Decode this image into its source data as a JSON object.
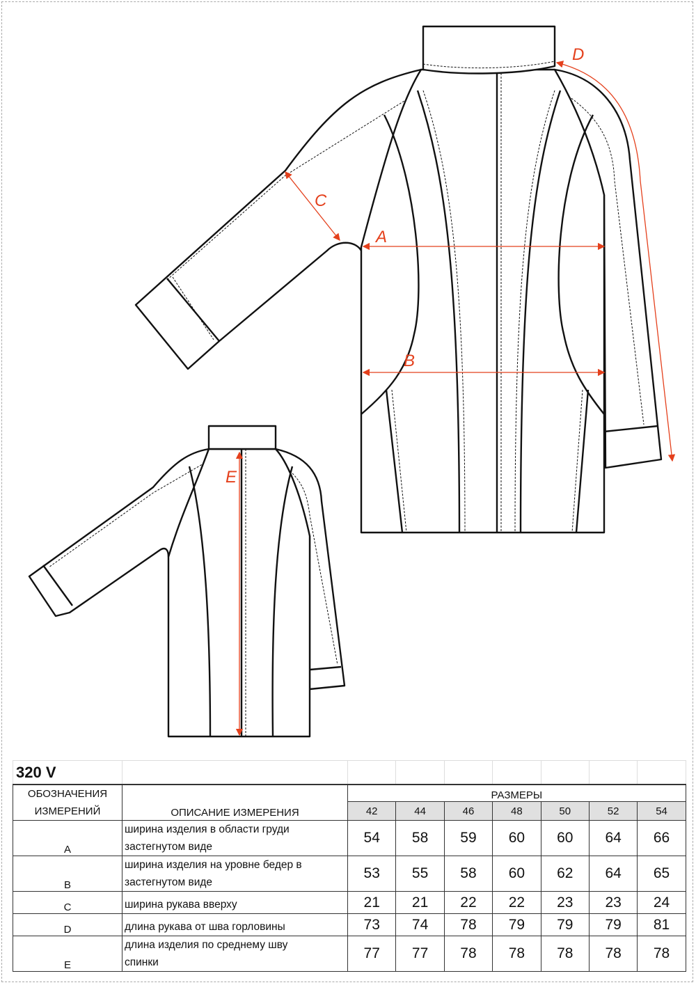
{
  "drawing_labels": {
    "A": "A",
    "B": "B",
    "C": "C",
    "D": "D",
    "E": "E"
  },
  "colors": {
    "measure_red": "#e4401c",
    "outline": "#111111",
    "size_header_bg": "#e0e0e0"
  },
  "table": {
    "model_code": "320 V",
    "col_mark_header": [
      "ОБОЗНАЧЕНИЯ",
      "ИЗМЕРЕНИЙ"
    ],
    "col_desc_header": "ОПИСАНИЕ ИЗМЕРЕНИЯ",
    "sizes_header": "РАЗМЕРЫ",
    "sizes": [
      "42",
      "44",
      "46",
      "48",
      "50",
      "52",
      "54"
    ],
    "rows": [
      {
        "mark": "A",
        "desc": [
          "ширина изделия в области груди",
          "застегнутом виде"
        ],
        "values": [
          "54",
          "58",
          "59",
          "60",
          "60",
          "64",
          "66"
        ]
      },
      {
        "mark": "B",
        "desc": [
          "ширина изделия  на уровне бедер в",
          "застегнутом виде"
        ],
        "values": [
          "53",
          "55",
          "58",
          "60",
          "62",
          "64",
          "65"
        ]
      },
      {
        "mark": "C",
        "desc": [
          "ширина рукава вверху"
        ],
        "values": [
          "21",
          "21",
          "22",
          "22",
          "23",
          "23",
          "24"
        ]
      },
      {
        "mark": "D",
        "desc": [
          "длина рукава от шва горловины"
        ],
        "values": [
          "73",
          "74",
          "78",
          "79",
          "79",
          "79",
          "81"
        ]
      },
      {
        "mark": "E",
        "desc": [
          "длина изделия по среднему шву",
          "спинки"
        ],
        "values": [
          "77",
          "77",
          "78",
          "78",
          "78",
          "78",
          "78"
        ]
      }
    ]
  }
}
